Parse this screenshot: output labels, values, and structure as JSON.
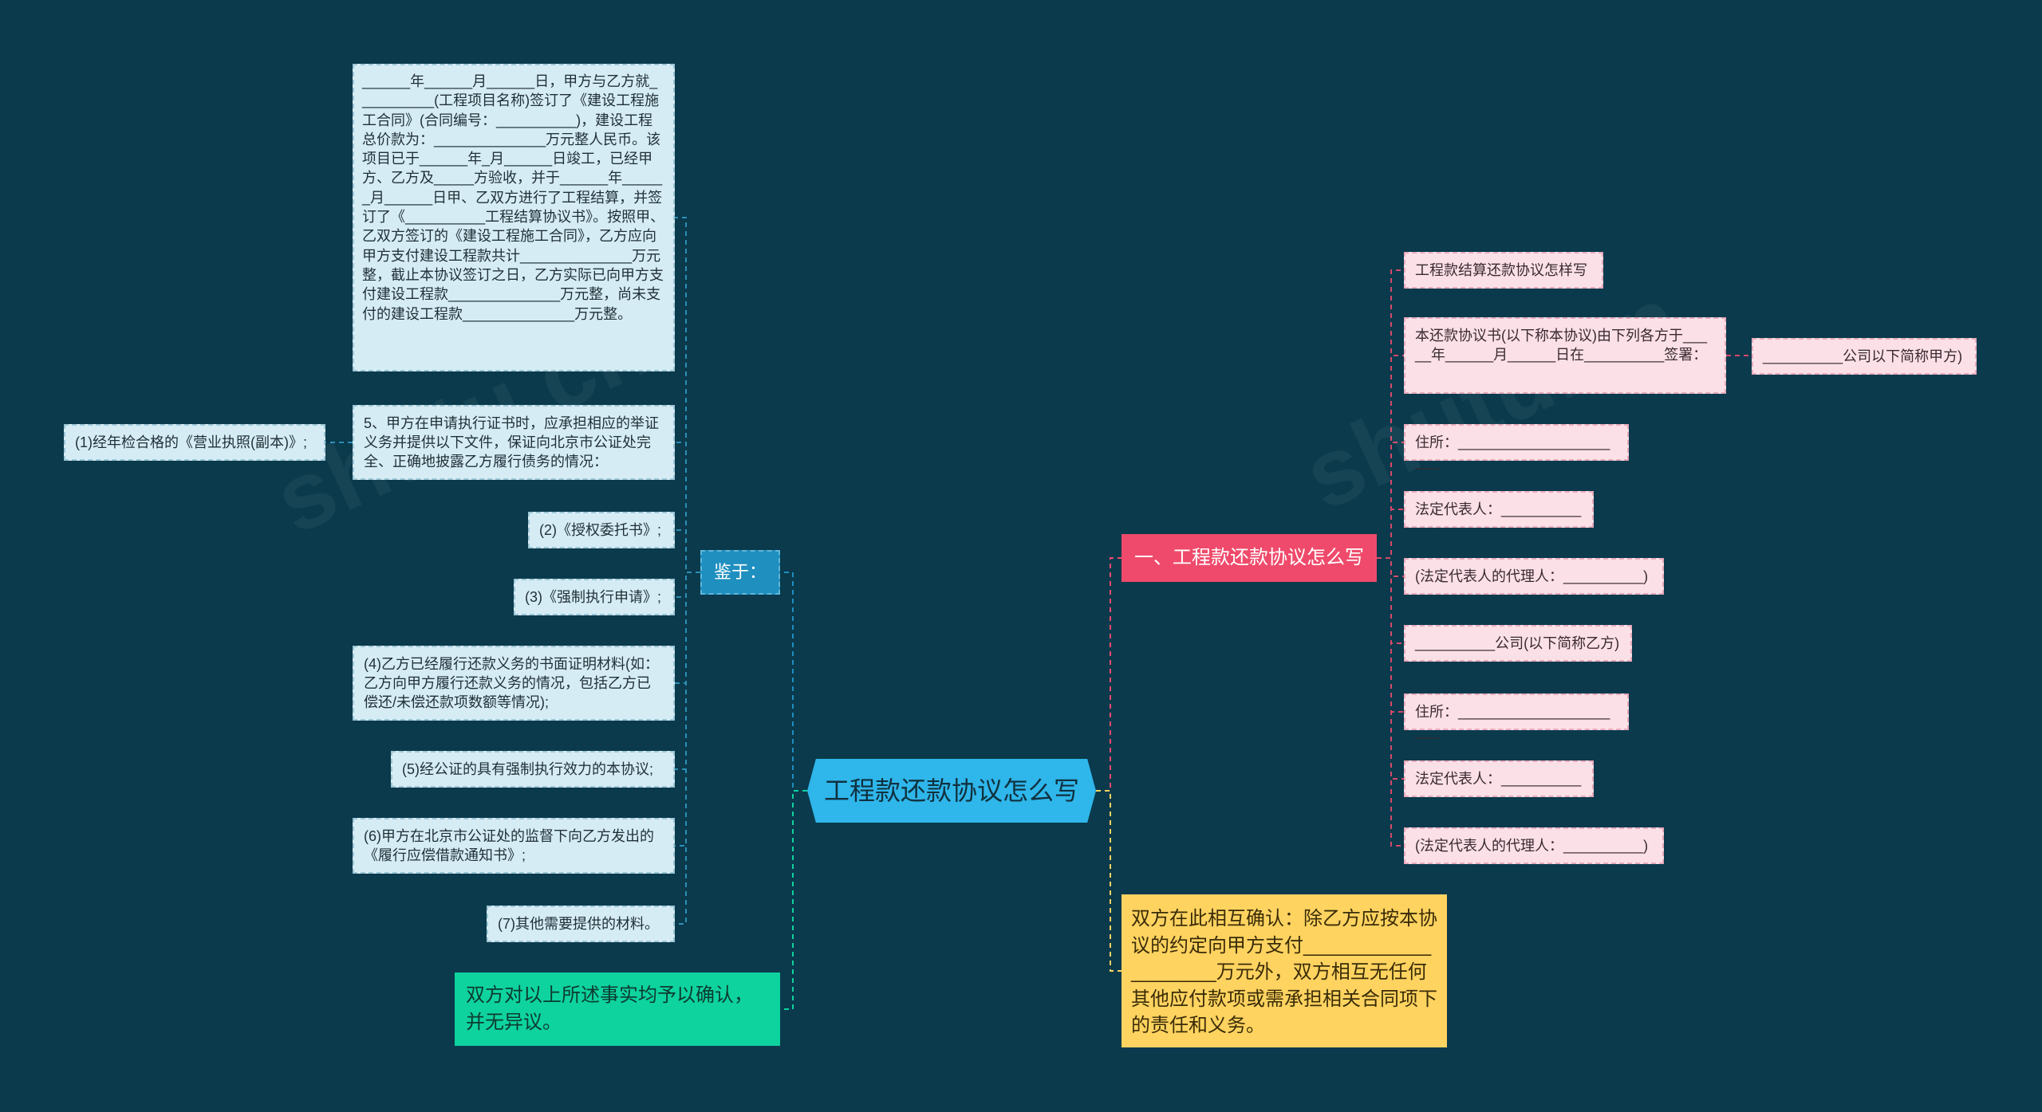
{
  "colors": {
    "background": "#0a3a4c",
    "root": "#2fb6ea",
    "branch_left": "#1f8fbf",
    "branch_right": "#ef4a6b",
    "green_node": "#0ed39e",
    "yellow_node": "#ffd360"
  },
  "root": {
    "label": "工程款还款协议怎么写"
  },
  "left": {
    "branch": {
      "label": "鉴于："
    },
    "items": [
      "______年______月______日，甲方与乙方就__________(工程项目名称)签订了《建设工程施工合同》(合同编号：__________)，建设工程总价款为：______________万元整人民币。该项目已于______年_月______日竣工，已经甲方、乙方及_____方验收，并于______年______月______日甲、乙双方进行了工程结算，并签订了《__________工程结算协议书》。按照甲、乙双方签订的《建设工程施工合同》，乙方应向甲方支付建设工程款共计______________万元整，截止本协议签订之日，乙方实际已向甲方支付建设工程款______________万元整，尚未支付的建设工程款______________万元整。",
      "5、甲方在申请执行证书时，应承担相应的举证义务并提供以下文件，保证向北京市公证处完全、正确地披露乙方履行债务的情况：",
      "(2)《授权委托书》;",
      "(3)《强制执行申请》;",
      "(4)乙方已经履行还款义务的书面证明材料(如：乙方向甲方履行还款义务的情况，包括乙方已偿还/未偿还款项数额等情况);",
      "(5)经公证的具有强制执行效力的本协议;",
      "(6)甲方在北京市公证处的监督下向乙方发出的《履行应偿借款通知书》;",
      "(7)其他需要提供的材料。"
    ],
    "sub_item": "(1)经年检合格的《营业执照(副本)》;",
    "green": "双方对以上所述事实均予以确认，并无异议。"
  },
  "right": {
    "branch": {
      "label": "一、工程款还款协议怎么写"
    },
    "items": [
      "工程款结算还款协议怎样写",
      "本还款协议书(以下称本协议)由下列各方于_____年______月______日在__________签署：",
      "住所：______________________",
      "法定代表人：__________",
      "(法定代表人的代理人：__________)",
      "__________公司(以下简称乙方)",
      "住所：______________________",
      "法定代表人：__________",
      "(法定代表人的代理人：__________)"
    ],
    "sub_item": "__________公司以下简称甲方)",
    "yellow": "双方在此相互确认：除乙方应按本协议的约定向甲方支付____________________万元外，双方相互无任何其他应付款项或需承担相关合同项下的责任和义务。"
  }
}
